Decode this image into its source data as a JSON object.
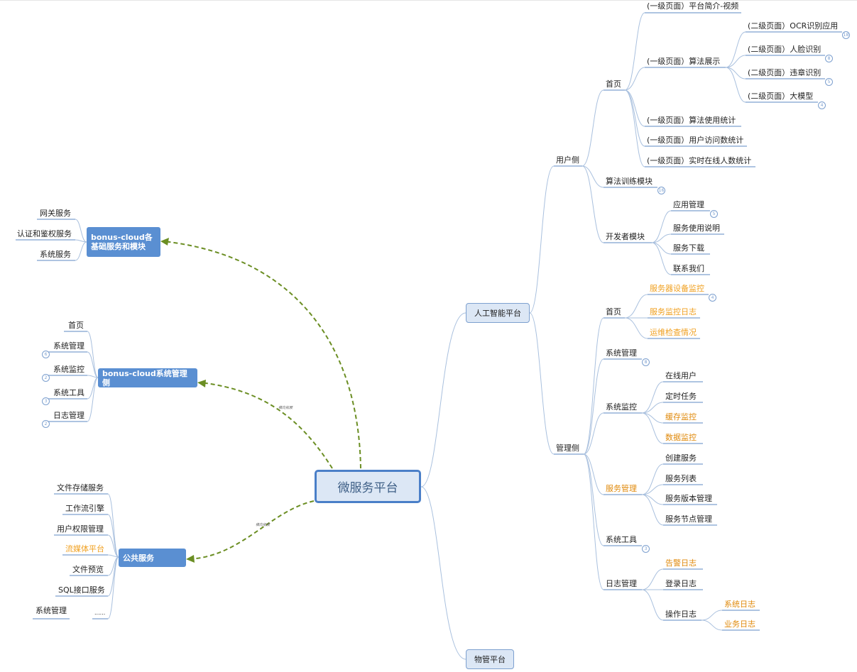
{
  "root": {
    "label": "微服务平台"
  },
  "platforms": {
    "ai": "人工智能平台",
    "property": "物管平台"
  },
  "user_side": {
    "label": "用户侧",
    "home": {
      "label": "首页",
      "items": [
        "(一级页面）平台简介-视频",
        "(一级页面）算法展示",
        "(一级页面）算法使用统计",
        "(一级页面）用户访问数统计",
        "(一级页面）实时在线人数统计"
      ],
      "algo_children": [
        {
          "label": "(二级页面）OCR识别应用",
          "badge": "18"
        },
        {
          "label": "(二级页面）人脸识别",
          "badge": "8"
        },
        {
          "label": "(二级页面）违章识别",
          "badge": "5"
        },
        {
          "label": "(二级页面）大模型",
          "badge": "4"
        }
      ]
    },
    "training": {
      "label": "算法训练模块",
      "badge": "16"
    },
    "developer": {
      "label": "开发者模块",
      "items": [
        "应用管理",
        "服务使用说明",
        "服务下载",
        "联系我们"
      ],
      "app_badge": "5"
    }
  },
  "admin_side": {
    "label": "管理侧",
    "home": {
      "label": "首页",
      "items": [
        "服务器设备监控",
        "服务监控日志",
        "运维检查情况"
      ],
      "badge": "4"
    },
    "system_mgmt": {
      "label": "系统管理",
      "badge": "8"
    },
    "system_monitor": {
      "label": "系统监控",
      "items": [
        "在线用户",
        "定时任务",
        "缓存监控",
        "数据监控"
      ]
    },
    "service_mgmt": {
      "label": "服务管理",
      "items": [
        "创建服务",
        "服务列表",
        "服务版本管理",
        "服务节点管理"
      ]
    },
    "system_tools": {
      "label": "系统工具",
      "badge": "3"
    },
    "log_mgmt": {
      "label": "日志管理",
      "items": [
        "告警日志",
        "登录日志",
        "操作日志"
      ],
      "op_children": [
        "系统日志",
        "业务日志"
      ]
    }
  },
  "bonus_base": {
    "label": "bonus-cloud各基础服务和模块",
    "items": [
      "网关服务",
      "认证和鉴权服务",
      "系统服务"
    ]
  },
  "bonus_admin": {
    "label": "bonus-cloud系统管理侧",
    "items": [
      "首页",
      "系统管理",
      "系统监控",
      "系统工具",
      "日志管理"
    ],
    "badges": [
      "6",
      "2",
      "3",
      "2"
    ]
  },
  "public_services": {
    "label": "公共服务",
    "items": [
      "文件存储服务",
      "工作流引擎",
      "用户权限管理",
      "流媒体平台",
      "文件预览",
      "SQL接口服务",
      "系统管理"
    ],
    "ellipsis": "......"
  },
  "ext_label": "横向拓展",
  "colors": {
    "line": "#a9c0de",
    "dash": "#6b8e23",
    "node_fill": "#5a8fd2",
    "orange": "#f0a020"
  }
}
